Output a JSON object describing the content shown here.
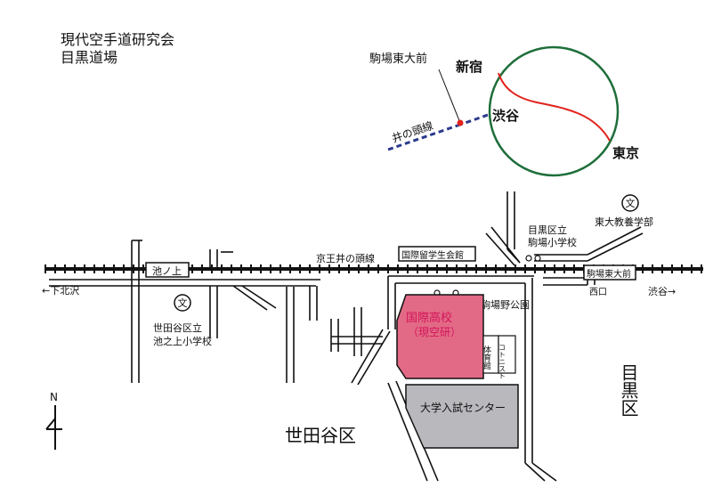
{
  "header": {
    "title": "現代空手道研究会",
    "subtitle": "目黒道場"
  },
  "inset": {
    "station_komaba_todaimae": "駒場東大前",
    "station_shinjuku": "新宿",
    "station_shibuya": "渋谷",
    "station_tokyo": "東京",
    "line_inokashira": "井の頭線"
  },
  "map": {
    "railway_label": "京王井の頭線",
    "station_ikenoue": "池ノ上",
    "station_komaba": "駒場東大前",
    "to_shimokitazawa": "←下北沢",
    "to_shibuya": "渋谷→",
    "west_exit": "西口",
    "school_symbol": "文",
    "meguro_school_line1": "目黒区立",
    "meguro_school_line2": "駒場小学校",
    "univ_dept": "東大教養学部",
    "intl_student_hall": "国際留学生会館",
    "setagaya_school_line1": "世田谷区立",
    "setagaya_school_line2": "池之上小学校",
    "park": "駒場野公園",
    "highschool_line1": "国際高校",
    "highschool_line2": "（現空研）",
    "gym_label": "体育館",
    "cottonist_label": "コトニスト",
    "exam_center": "大学入試センター",
    "ward_meguro": "目黒区",
    "ward_setagaya": "世田谷区",
    "north": "N"
  },
  "colors": {
    "highschool_fill": "#e26a86",
    "highschool_text": "#d4145a",
    "exam_center_fill": "#b9b9bd",
    "red_line": "#e0231c",
    "green_circle": "#1e6e3a",
    "navy_line": "#2b3a8c"
  }
}
